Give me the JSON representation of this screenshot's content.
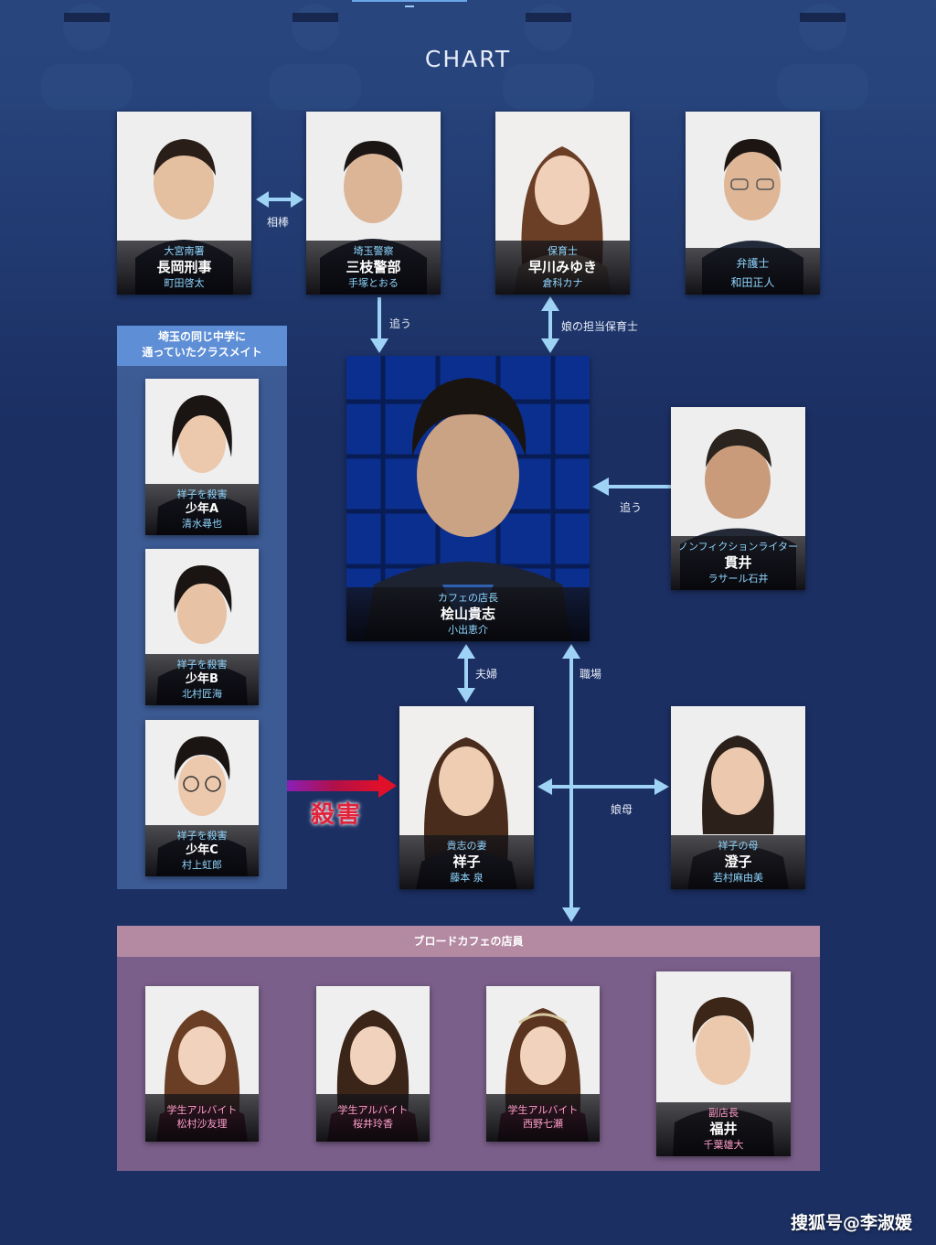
{
  "title": "CHART",
  "watermark": "搜狐号@李淑媛",
  "colors": {
    "background": "#1b2f63",
    "arrow": "#9fd3f5",
    "caption_accent": "#8ed6ff",
    "group_school": "#4a72b8",
    "group_cafe": "#b07c9a",
    "kill_arrow": "#d6102d"
  },
  "top_row": [
    {
      "role": "大宮南署",
      "name": "長岡刑事",
      "actor": "町田啓太"
    },
    {
      "role": "埼玉警察",
      "name": "三枝警部",
      "actor": "手塚とおる"
    },
    {
      "role": "保育士",
      "name": "早川みゆき",
      "actor": "倉科カナ"
    },
    {
      "role": "弁護士",
      "name": "",
      "actor": "和田正人"
    }
  ],
  "center": {
    "role": "カフェの店長",
    "name": "桧山貴志",
    "actor": "小出恵介"
  },
  "writer": {
    "role": "ノンフィクションライター",
    "name": "貫井",
    "actor": "ラサール石井"
  },
  "wife": {
    "role": "貴志の妻",
    "name": "祥子",
    "actor": "藤本 泉"
  },
  "mother": {
    "role": "祥子の母",
    "name": "澄子",
    "actor": "若村麻由美"
  },
  "school_group": {
    "heading_line1": "埼玉の同じ中学に",
    "heading_line2": "通っていたクラスメイト",
    "members": [
      {
        "role": "祥子を殺害",
        "name": "少年A",
        "actor": "清水尋也"
      },
      {
        "role": "祥子を殺害",
        "name": "少年B",
        "actor": "北村匠海"
      },
      {
        "role": "祥子を殺害",
        "name": "少年C",
        "actor": "村上虹郎"
      }
    ]
  },
  "cafe_group": {
    "heading": "ブロードカフェの店員",
    "members": [
      {
        "role": "学生アルバイト",
        "name": "",
        "actor": "松村沙友理"
      },
      {
        "role": "学生アルバイト",
        "name": "",
        "actor": "桜井玲香"
      },
      {
        "role": "学生アルバイト",
        "name": "",
        "actor": "西野七瀬"
      },
      {
        "role": "副店長",
        "name": "福井",
        "actor": "千葉雄大"
      }
    ]
  },
  "relations": {
    "partner": "相棒",
    "chase1": "追う",
    "daughter_teacher": "娘の担当保育士",
    "chase2": "追う",
    "couple": "夫婦",
    "workplace": "職場",
    "mother_daughter": "娘母",
    "kill": "殺害"
  }
}
